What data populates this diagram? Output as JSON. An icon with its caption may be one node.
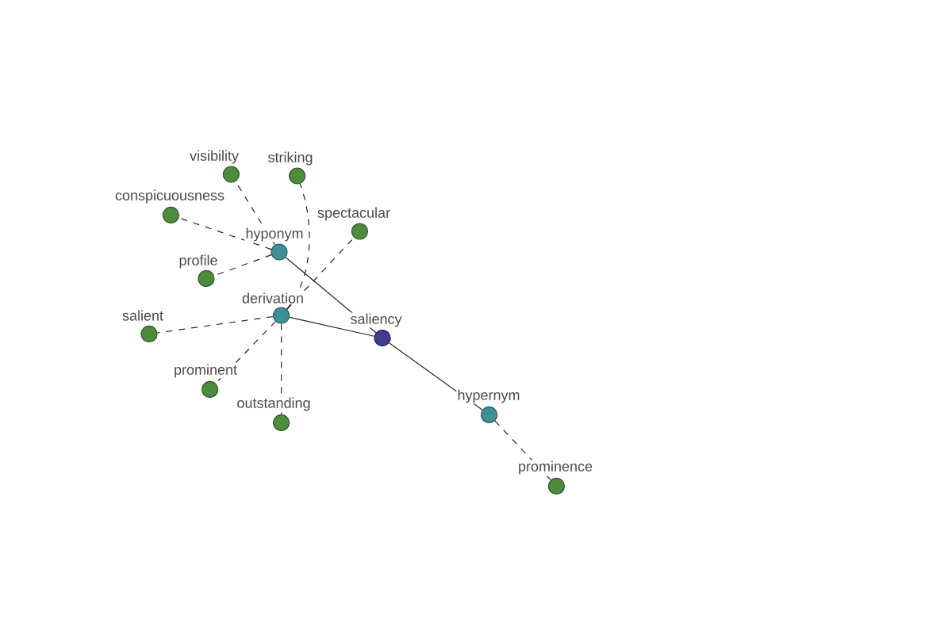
{
  "diagram": {
    "nodes": [
      {
        "text": [
          "visibility"
        ]
      },
      {
        "text": [
          "striking"
        ]
      },
      {
        "text": [
          "conspicuousness"
        ]
      },
      {
        "text": [
          "hyponym"
        ]
      },
      {
        "text": [
          "spectacular"
        ]
      },
      {
        "text": [
          "profile"
        ]
      },
      {
        "text": [
          "derivation"
        ]
      },
      {
        "text": [
          "saliency"
        ]
      },
      {
        "text": [
          "salient"
        ]
      },
      {
        "text": [
          "prominent"
        ]
      },
      {
        "text": [
          "outstanding"
        ]
      },
      {
        "text": [
          "hypernym"
        ]
      },
      {
        "text": [
          "prominence"
        ]
      }
    ],
    "edges": [
      {
        "from": 7,
        "to": 3,
        "arrow": "none"
      },
      {
        "from": 7,
        "to": 6,
        "arrow": "none"
      },
      {
        "from": 7,
        "to": 11,
        "arrow": "none"
      },
      {
        "from": 3,
        "to": 0,
        "arrow": "none",
        "style": "dashed"
      },
      {
        "from": 3,
        "to": 2,
        "arrow": "none",
        "style": "dashed"
      },
      {
        "from": 3,
        "to": 5,
        "arrow": "none",
        "style": "dashed"
      },
      {
        "from": 6,
        "to": 1,
        "arrow": "none",
        "style": "dashed"
      },
      {
        "from": 6,
        "to": 4,
        "arrow": "none",
        "style": "dashed"
      },
      {
        "from": 6,
        "to": 8,
        "arrow": "none",
        "style": "dashed"
      },
      {
        "from": 6,
        "to": 9,
        "arrow": "none",
        "style": "dashed"
      },
      {
        "from": 6,
        "to": 10,
        "arrow": "none",
        "style": "dashed"
      },
      {
        "from": 11,
        "to": 12,
        "arrow": "none",
        "style": "dashed"
      }
    ]
  }
}
